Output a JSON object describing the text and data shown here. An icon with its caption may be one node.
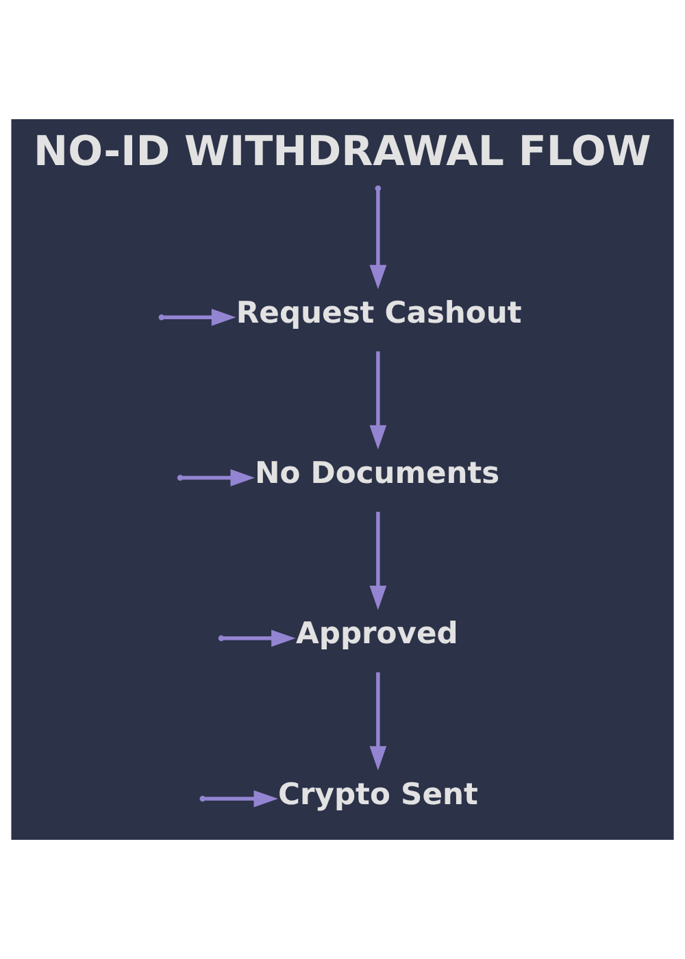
{
  "diagram": {
    "title": "NO-ID WITHDRAWAL FLOW",
    "nodes": [
      {
        "text": [
          "Request Cashout"
        ]
      },
      {
        "text": [
          "No Documents"
        ]
      },
      {
        "text": [
          "Approved"
        ]
      },
      {
        "text": [
          "Crypto Sent"
        ]
      }
    ],
    "edges": [
      {
        "from": null,
        "to": 0,
        "arrow": "to"
      },
      {
        "from": null,
        "to": 0,
        "arrow": "to"
      },
      {
        "from": 0,
        "to": 1,
        "arrow": "to"
      },
      {
        "from": null,
        "to": 1,
        "arrow": "to"
      },
      {
        "from": 1,
        "to": 2,
        "arrow": "to"
      },
      {
        "from": null,
        "to": 2,
        "arrow": "to"
      },
      {
        "from": 2,
        "to": 3,
        "arrow": "to"
      },
      {
        "from": null,
        "to": 3,
        "arrow": "to"
      }
    ]
  }
}
